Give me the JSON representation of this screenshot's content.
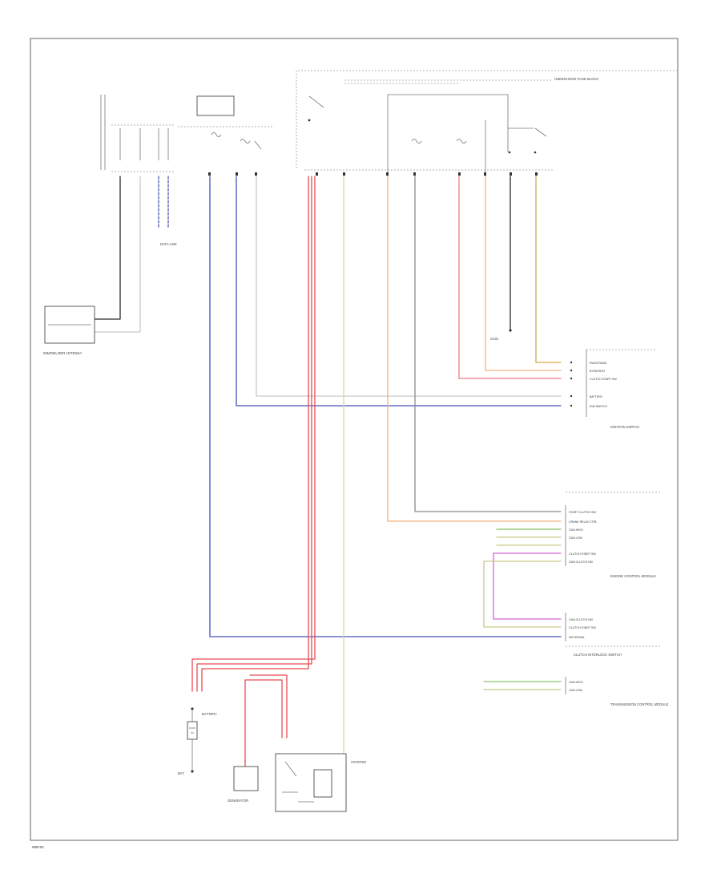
{
  "colors": {
    "black": "#2a2a2a",
    "white": "#c9c9c9",
    "blue": "#4a52b8",
    "red": "#e84c52",
    "yellow": "#d8d8a0",
    "orange": "#f3b07a",
    "gray": "#8a8a8a",
    "pink": "#f07a86",
    "amber": "#d9a84a",
    "violet": "#d466d8",
    "green": "#8cc46a"
  },
  "labels": {
    "immobilizer_antenna": "IMMOBILIZER ANTENNA",
    "generator": "GENERATOR",
    "battery": "BATTERY",
    "starter": "STARTER",
    "ignition_switch": "IGNITION SWITCH",
    "clutch_interlock_switch": "CLUTCH INTERLOCK SWITCH",
    "engine_control_module": "ENGINE CONTROL MODULE",
    "transmission_control_module": "TRANSMISSION CONTROL MODULE",
    "underhood_fuse_block": "UNDERHOOD FUSE BLOCK",
    "data_link": "DATA LINK",
    "bat": "BAT",
    "g101": "G101",
    "footer_code": "W00-01"
  },
  "ignition_pins": [
    "RUN/CRANK",
    "BYPASS/ST",
    "CLUTCH START SW",
    "BATTERY",
    "IGN SWITCH"
  ],
  "ecm_pins": [
    "START CLUTCH SW",
    "CRANK RELAY CTRL",
    "CAN HIGH",
    "CAN LOW",
    "CLUTCH START SW",
    "CAN CLUTCH SW"
  ],
  "clutch_pins": [
    "CAN CLUTCH SW",
    "CLUTCH START SW",
    "SW SIGNAL"
  ],
  "tcm_pins": [
    "CAN HIGH",
    "CAN LOW"
  ]
}
